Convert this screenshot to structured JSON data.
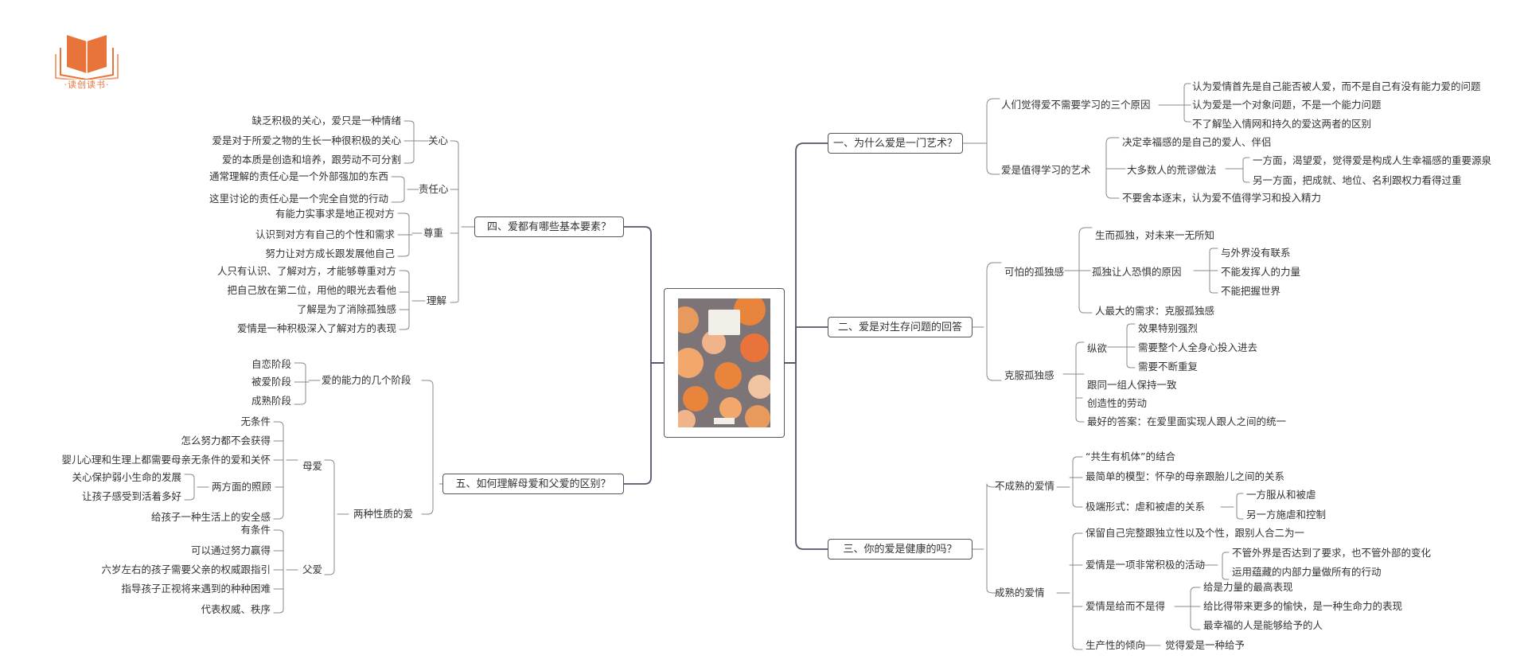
{
  "brand": {
    "name": "·读创读书·",
    "color": "#e8743b"
  },
  "colors": {
    "line": "#55566a",
    "branch": "#999999"
  },
  "center": {
    "icon": "book-cover-image"
  },
  "branches": {
    "b1": {
      "title": "一、为什么爱是一门艺术？",
      "g1": {
        "label": "人们觉得爱不需要学习的三个原因",
        "items": [
          "认为爱情首先是自己能否被人爱，而不是自己有没有能力爱的问题",
          "认为爱是一个对象问题，不是一个能力问题",
          "不了解坠入情网和持久的爱这两者的区别"
        ]
      },
      "g2": {
        "label": "爱是值得学习的艺术",
        "i1": "决定幸福感的是自己的爱人、伴侣",
        "i2": {
          "label": "大多数人的荒谬做法",
          "items": [
            "一方面，渴望爱，觉得爱是构成人生幸福感的重要源泉",
            "另一方面，把成就、地位、名利跟权力看得过重"
          ]
        },
        "i3": "不要舍本逐末，认为爱不值得学习和投入精力"
      }
    },
    "b2": {
      "title": "二、爱是对生存问题的回答",
      "g1": {
        "label": "可怕的孤独感",
        "i1": "生而孤独，对未来一无所知",
        "i2": {
          "label": "孤独让人恐惧的原因",
          "items": [
            "与外界没有联系",
            "不能发挥人的力量",
            "不能把握世界"
          ]
        },
        "i3": "人最大的需求：克服孤独感"
      },
      "g2": {
        "label": "克服孤独感",
        "i1": {
          "label": "纵欲",
          "items": [
            "效果特别强烈",
            "需要整个人全身心投入进去",
            "需要不断重复"
          ]
        },
        "i2": "跟同一组人保持一致",
        "i3": "创造性的劳动",
        "i4": "最好的答案：在爱里面实现人跟人之间的统一"
      }
    },
    "b3": {
      "title": "三、你的爱是健康的吗？",
      "g1": {
        "label": "不成熟的爱情",
        "i1": "“共生有机体”的结合",
        "i2": "最简单的模型：怀孕的母亲跟胎儿之间的关系",
        "i3": {
          "label": "极端形式：虐和被虐的关系",
          "items": [
            "一方服从和被虐",
            "另一方施虐和控制"
          ]
        }
      },
      "g2": {
        "label": "成熟的爱情",
        "i1": "保留自己完整跟独立性以及个性，跟别人合二为一",
        "i2": {
          "label": "爱情是一项非常积极的活动",
          "items": [
            "不管外界是否达到了要求，也不管外部的变化",
            "运用蕴藏的内部力量做所有的行动"
          ]
        },
        "i3": {
          "label": "爱情是给而不是得",
          "items": [
            "给是力量的最高表现",
            "给比得带来更多的愉快，是一种生命力的表现",
            "最幸福的人是能够给予的人"
          ]
        },
        "i4": {
          "label": "生产性的倾向",
          "item": "觉得爱是一种给予"
        }
      }
    },
    "b4": {
      "title": "四、爱都有哪些基本要素？",
      "g1": {
        "label": "关心",
        "items": [
          "缺乏积极的关心，爱只是一种情绪",
          "爱是对于所爱之物的生长一种很积极的关心",
          "爱的本质是创造和培养，跟劳动不可分割"
        ]
      },
      "g2": {
        "label": "责任心",
        "items": [
          "通常理解的责任心是一个外部强加的东西",
          "这里讨论的责任心是一个完全自觉的行动"
        ]
      },
      "g3": {
        "label": "尊重",
        "items": [
          "有能力实事求是地正视对方",
          "认识到对方有自己的个性和需求",
          "努力让对方成长跟发展他自己"
        ]
      },
      "g4": {
        "label": "理解",
        "items": [
          "人只有认识、了解对方，才能够尊重对方",
          "把自己放在第二位，用他的眼光去看他",
          "了解是为了消除孤独感",
          "爱情是一种积极深入了解对方的表现"
        ]
      }
    },
    "b5": {
      "title": "五、如何理解母爱和父爱的区别？",
      "g1": {
        "label": "爱的能力的几个阶段",
        "items": [
          "自恋阶段",
          "被爱阶段",
          "成熟阶段"
        ]
      },
      "g2": {
        "label": "两种性质的爱",
        "mother": {
          "label": "母爱",
          "i1": "无条件",
          "i2": "怎么努力都不会获得",
          "i3": "婴儿心理和生理上都需要母亲无条件的爱和关怀",
          "i4": {
            "label": "两方面的照顾",
            "items": [
              "关心保护弱小生命的发展",
              "让孩子感受到活着多好"
            ]
          },
          "i5": "给孩子一种生活上的安全感"
        },
        "father": {
          "label": "父爱",
          "items": [
            "有条件",
            "可以通过努力赢得",
            "六岁左右的孩子需要父亲的权威跟指引",
            "指导孩子正视将来遇到的种种困难",
            "代表权威、秩序"
          ]
        }
      }
    }
  }
}
